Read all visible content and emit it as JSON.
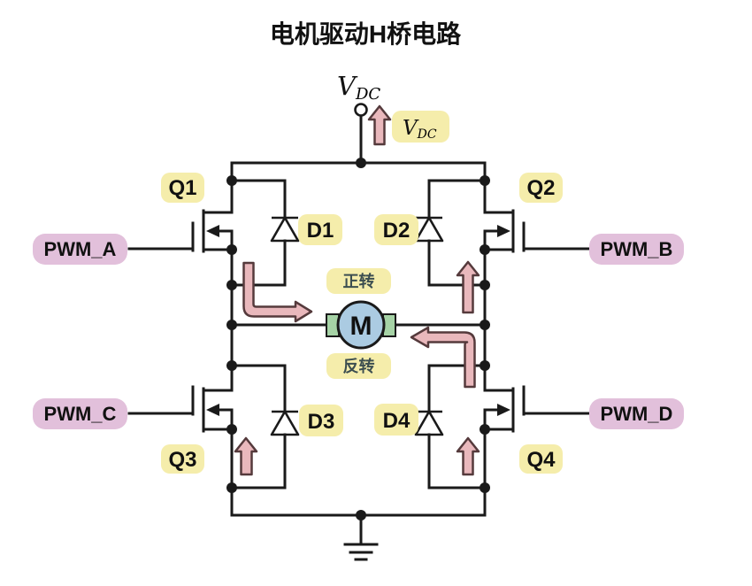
{
  "title": "电机驱动H桥电路",
  "power": {
    "vdc_main": "V",
    "vdc_sub": "DC",
    "badge_main": "V",
    "badge_sub": "DC"
  },
  "transistors": {
    "q1": "Q1",
    "q2": "Q2",
    "q3": "Q3",
    "q4": "Q4"
  },
  "diodes": {
    "d1": "D1",
    "d2": "D2",
    "d3": "D3",
    "d4": "D4"
  },
  "pwm_inputs": {
    "a": "PWM_A",
    "b": "PWM_B",
    "c": "PWM_C",
    "d": "PWM_D"
  },
  "motor": {
    "label": "M",
    "forward_label": "正转",
    "reverse_label": "反转"
  },
  "colors": {
    "badge_yellow": "#f5edab",
    "badge_pink": "#e2c0db",
    "arrow_fill": "#e9b8bc",
    "arrow_outline": "#553a3c",
    "motor_blue": "#abcbe2",
    "terminal_green": "#a6d3a6",
    "wire_black": "#1a1a1a",
    "direction_text": "#3c4e50"
  }
}
